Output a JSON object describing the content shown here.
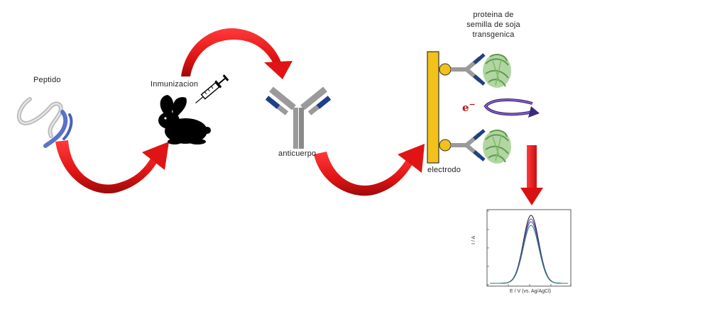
{
  "labels": {
    "peptide": "Peptido",
    "immunization": "Inmunizacion",
    "antibody": "anticuerpo",
    "electrode": "electrodo",
    "protein_line1": "proteina de",
    "protein_line2": "semilla de soja",
    "protein_line3": "transgenica",
    "electron_symbol": "e",
    "electron_charge": "−"
  },
  "plot": {
    "ylabel": "I / A",
    "xlabel": "E / V (vs. Ag/AgCl)",
    "curve_colors": [
      "#1a1a2e",
      "#7a3aa8",
      "#3a5aa8",
      "#2e7d6a"
    ]
  },
  "colors": {
    "arrow_red": "#e01414",
    "arrow_dark": "#a80c0c",
    "electrode_yellow": "#f2c21a",
    "antibody_grey": "#9a9a9a",
    "antibody_blue": "#1e3f8a",
    "protein_green": "#8fbf7a",
    "electron_red": "#b01818",
    "current_arrow": "#3a2a7a"
  },
  "icons": [
    "peptide-ribbon-icon",
    "rabbit-icon",
    "syringe-icon",
    "antibody-icon",
    "protein-icon"
  ]
}
